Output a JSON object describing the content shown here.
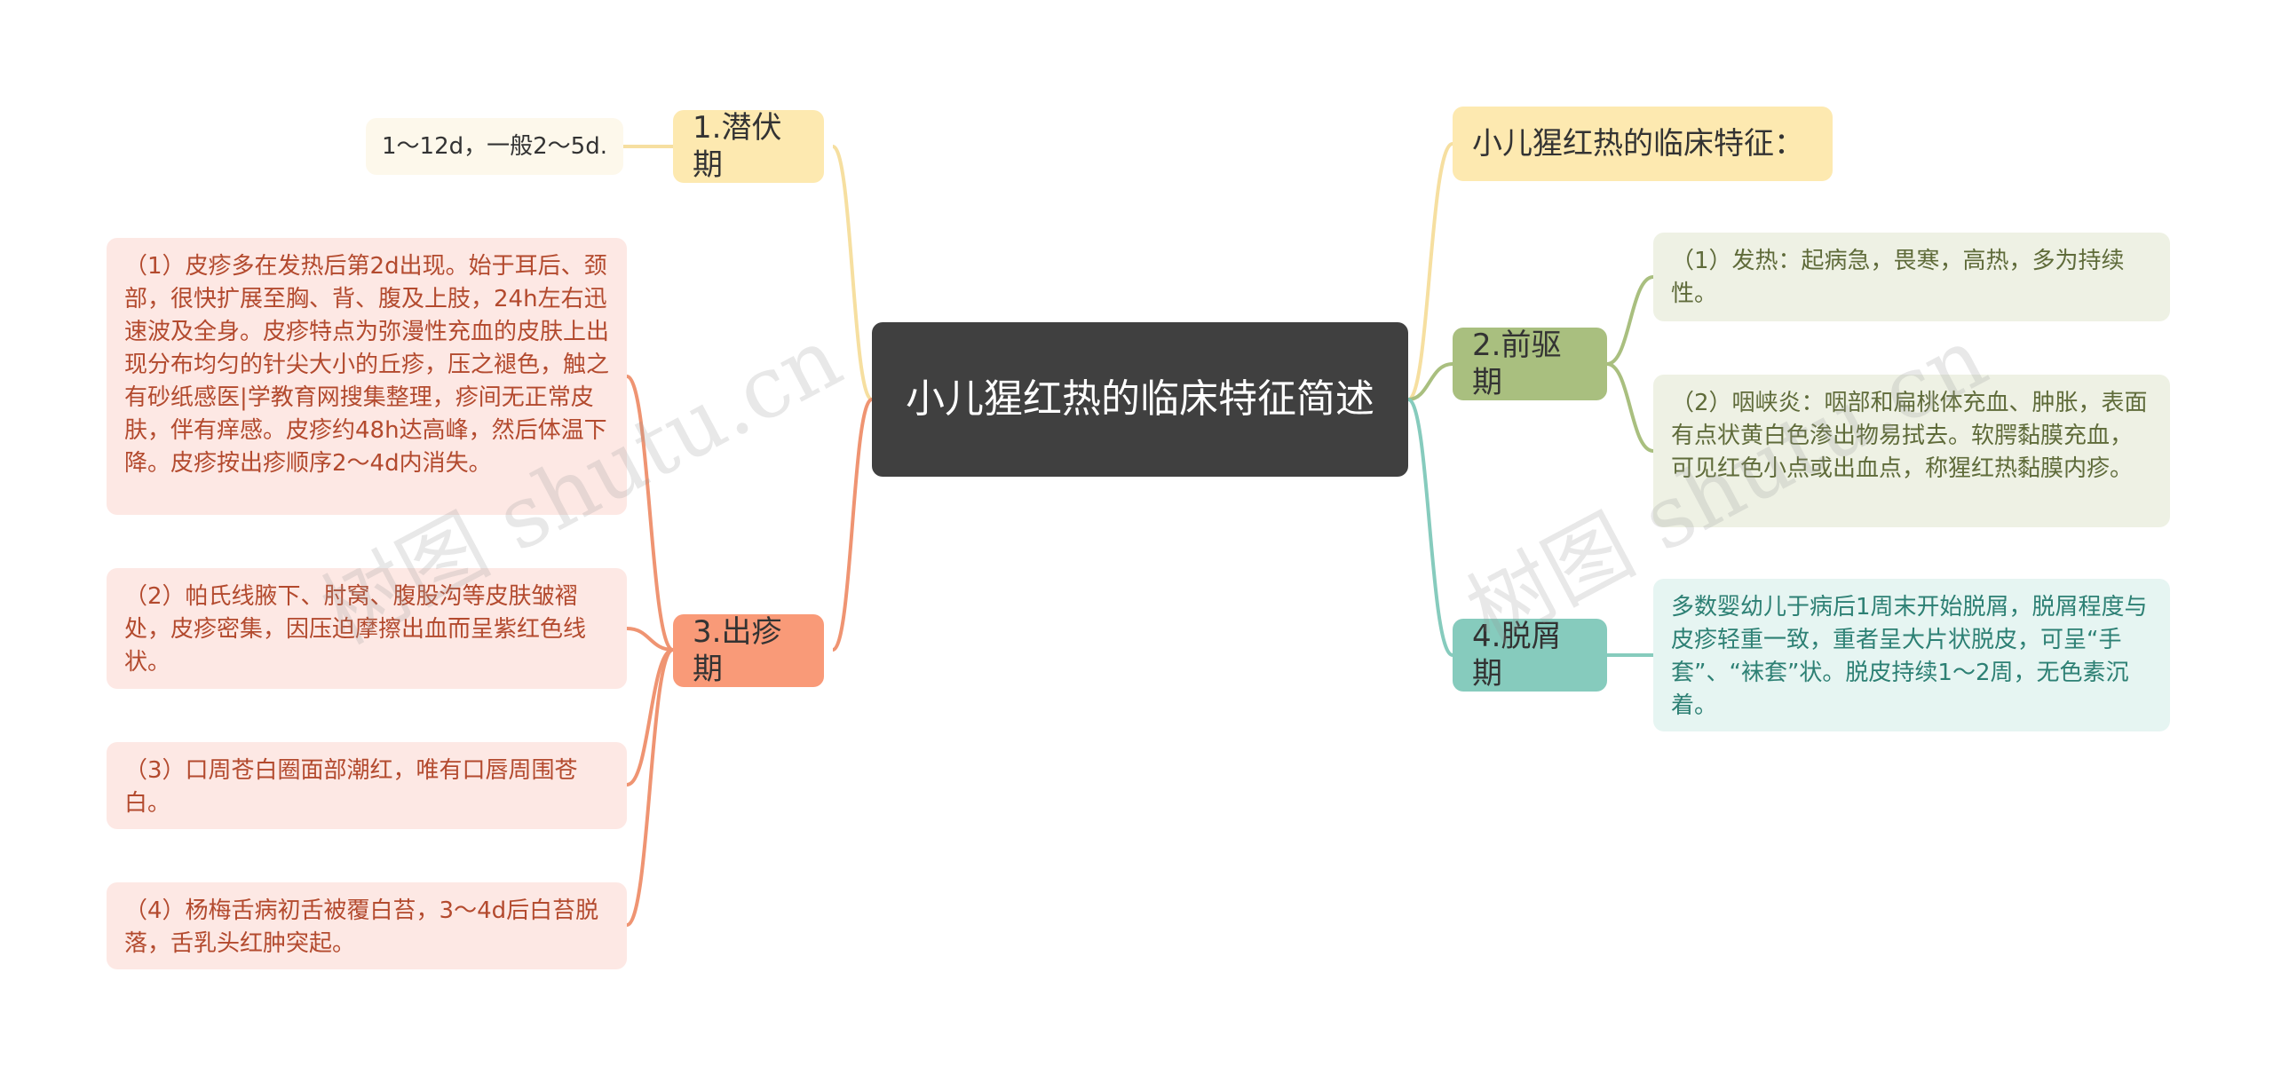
{
  "root": {
    "label": "小儿猩红热的临床特征简述"
  },
  "left": {
    "incubation": {
      "label": "1.潜伏期",
      "detail": "1～12d，一般2～5d."
    },
    "rash": {
      "label": "3.出疹期",
      "items": [
        "（1）皮疹多在发热后第2d出现。始于耳后、颈部，很快扩展至胸、背、腹及上肢，24h左右迅速波及全身。皮疹特点为弥漫性充血的皮肤上出现分布均匀的针尖大小的丘疹，压之褪色，触之有砂纸感医|学教育网搜集整理，疹间无正常皮肤，伴有痒感。皮疹约48h达高峰，然后体温下降。皮疹按出疹顺序2～4d内消失。",
        "（2）帕氏线腋下、肘窝、腹股沟等皮肤皱褶处，皮疹密集，因压迫摩擦出血而呈紫红色线状。",
        "（3）口周苍白圈面部潮红，唯有口唇周围苍白。",
        "（4）杨梅舌病初舌被覆白苔，3～4d后白苔脱落，舌乳头红肿突起。"
      ]
    }
  },
  "right": {
    "header": {
      "label": "小儿猩红热的临床特征："
    },
    "prodrome": {
      "label": "2.前驱期",
      "items": [
        "（1）发热：起病急，畏寒，高热，多为持续性。",
        "（2）咽峡炎：咽部和扁桃体充血、肿胀，表面有点状黄白色渗出物易拭去。软腭黏膜充血，可见红色小点或出血点，称猩红热黏膜内疹。"
      ]
    },
    "desquamation": {
      "label": "4.脱屑期",
      "detail": "多数婴幼儿于病后1周末开始脱屑，脱屑程度与皮疹轻重一致，重者呈大片状脱皮，可呈“手套”、“袜套”状。脱皮持续1～2周，无色素沉着。"
    }
  },
  "watermark": {
    "text": "树图 shutu.cn"
  },
  "colors": {
    "root": "#404040",
    "incubation": "#fde9b0",
    "prodrome": "#a9bf7f",
    "rash": "#f99a78",
    "desquamation": "#86cbbd"
  }
}
